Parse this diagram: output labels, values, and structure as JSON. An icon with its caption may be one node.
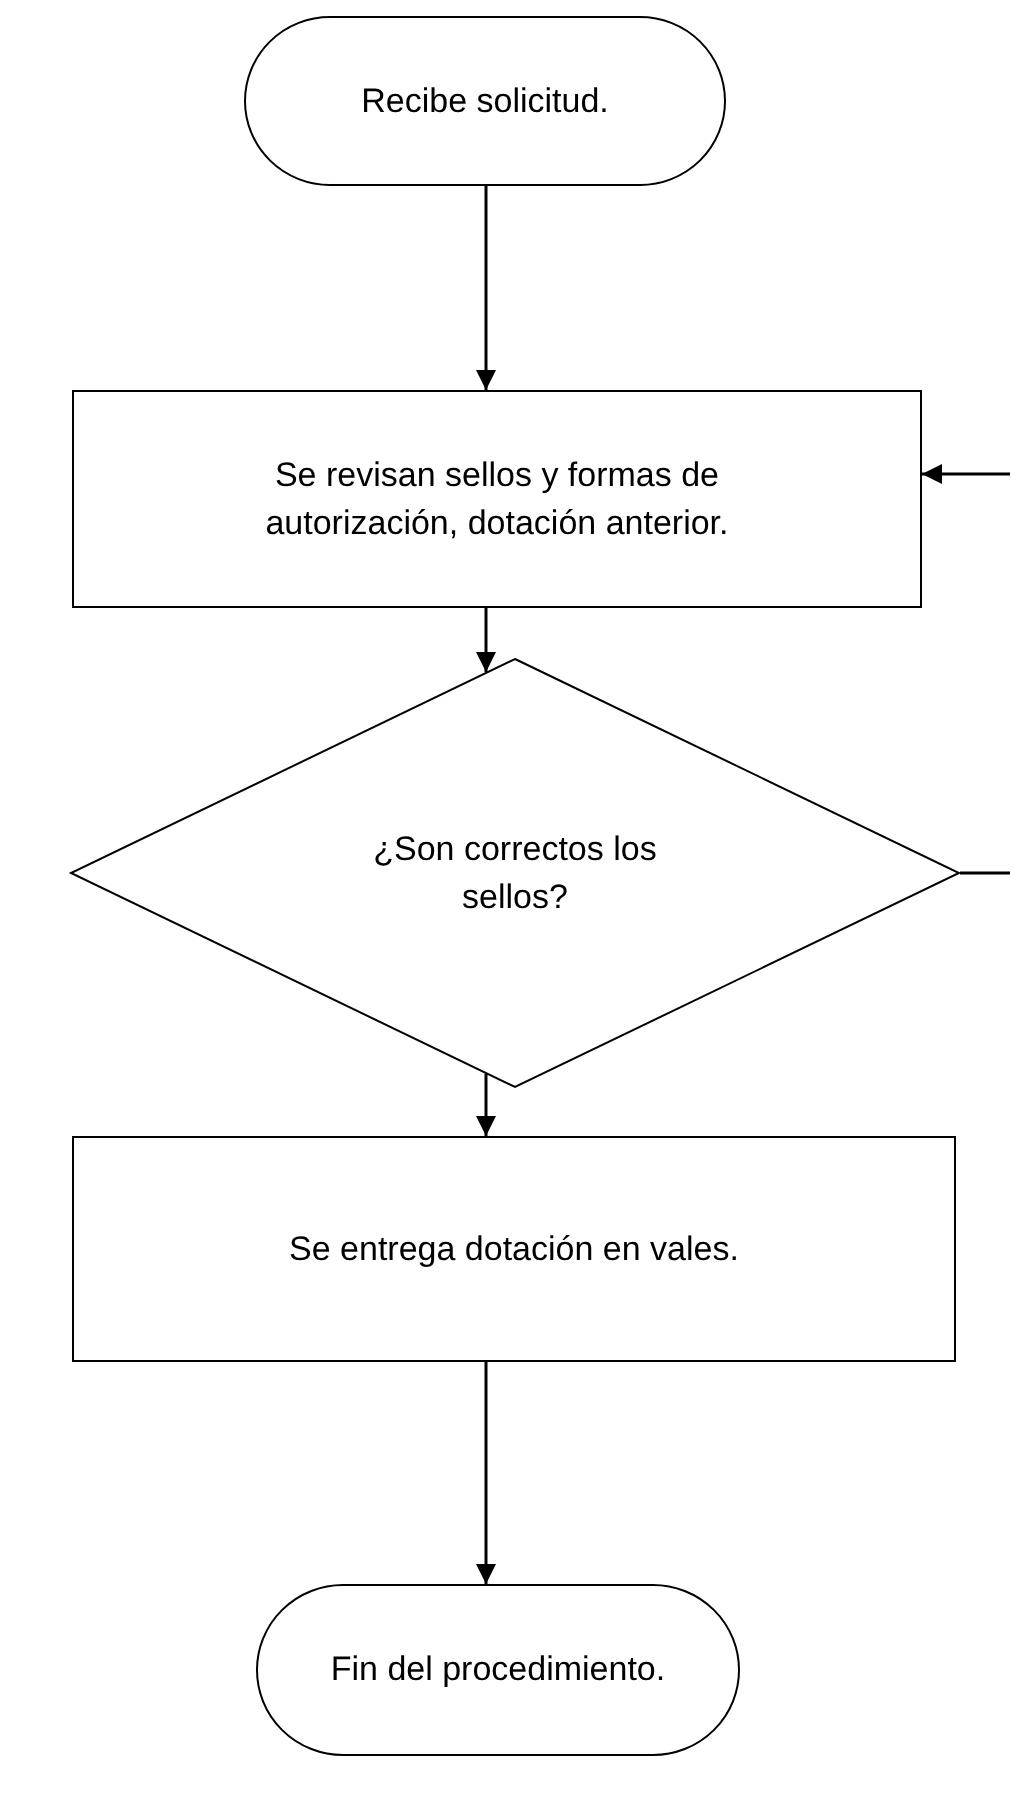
{
  "diagram": {
    "nodes": [
      {
        "text": [
          "Recibe solicitud."
        ]
      },
      {
        "text": [
          "Se revisan sellos y formas de autorización, dotación anterior."
        ]
      },
      {
        "text": [
          "¿Son correctos los sellos?"
        ]
      },
      {
        "text": [
          "Se entrega dotación en vales."
        ]
      },
      {
        "text": [
          "Fin del procedimiento."
        ]
      }
    ],
    "edges": [
      {
        "from": 0,
        "to": 1,
        "arrow": "to"
      },
      {
        "from": 1,
        "to": 2,
        "arrow": "to"
      },
      {
        "from": 2,
        "to": 3,
        "arrow": "to"
      },
      {
        "from": 3,
        "to": 4,
        "arrow": "to"
      },
      {
        "from": 2,
        "to": null,
        "arrow": "none"
      },
      {
        "from": null,
        "to": 1,
        "arrow": "to"
      }
    ]
  }
}
